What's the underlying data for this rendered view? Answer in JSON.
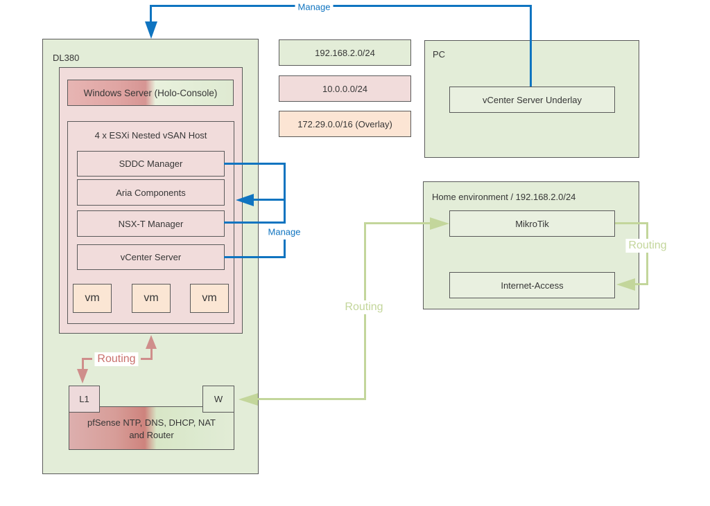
{
  "legend": {
    "net_management": "192.168.2.0/24",
    "net_nested": "10.0.0.0/24",
    "net_overlay": "172.29.0.0/16 (Overlay)"
  },
  "dl380": {
    "title": "DL380",
    "holo_console": "Windows Server (Holo-Console)",
    "esxi_title": "4 x ESXi Nested vSAN Host",
    "components": [
      "SDDC Manager",
      "Aria Components",
      "NSX-T Manager",
      "vCenter Server"
    ],
    "vms": [
      "vm",
      "vm",
      "vm"
    ],
    "pfsense_line1": "pfSense NTP, DNS, DHCP, NAT",
    "pfsense_line2": "and Router",
    "port_l1": "L1",
    "port_w": "W"
  },
  "pc": {
    "title": "PC",
    "vcenter_underlay": "vCenter Server Underlay"
  },
  "home": {
    "title": "Home environment / 192.168.2.0/24",
    "mikrotik": "MikroTik",
    "internet": "Internet-Access"
  },
  "labels": {
    "manage_top": "Manage",
    "manage_components": "Manage",
    "routing_pfsense": "Routing",
    "routing_wan": "Routing",
    "routing_internet": "Routing"
  },
  "colors": {
    "management_green": "#e3edd8",
    "nested_pink": "#f1dcdb",
    "overlay_peach": "#fce5d4",
    "manage_blue": "#0f74c0",
    "routing_pink": "#cf8e8b",
    "routing_green": "#c3d69b"
  }
}
